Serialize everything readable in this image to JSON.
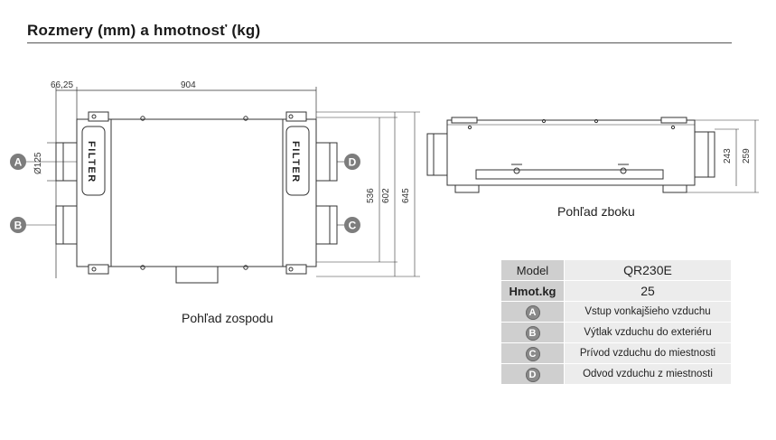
{
  "title": "Rozmery (mm) a hmotnosť  (kg)",
  "bottom_view": {
    "caption": "Pohľad zospodu",
    "dims": {
      "offset": "66,25",
      "width": "904",
      "duct_dia": "Ø125",
      "h1": "536",
      "h2": "602",
      "h3": "645"
    },
    "filter_label": "FILTER",
    "ports": [
      "A",
      "B",
      "C",
      "D"
    ]
  },
  "side_view": {
    "caption": "Pohľad zboku",
    "dims": {
      "h1": "243",
      "h2": "259"
    }
  },
  "spec_table": {
    "rows": [
      {
        "key": "Model",
        "value": "QR230E"
      },
      {
        "key": "Hmot.kg",
        "value": "25"
      },
      {
        "key": "A",
        "value": "Vstup vonkajšieho vzduchu"
      },
      {
        "key": "B",
        "value": "Výtlak vzduchu do exteriéru"
      },
      {
        "key": "C",
        "value": "Prívod vzduchu do miestnosti"
      },
      {
        "key": "D",
        "value": "Odvod vzduchu z miestnosti"
      }
    ]
  },
  "colors": {
    "line": "#333333",
    "marker": "#7d7d7d",
    "table_key": "#cfcfcf",
    "table_value": "#ececec"
  }
}
